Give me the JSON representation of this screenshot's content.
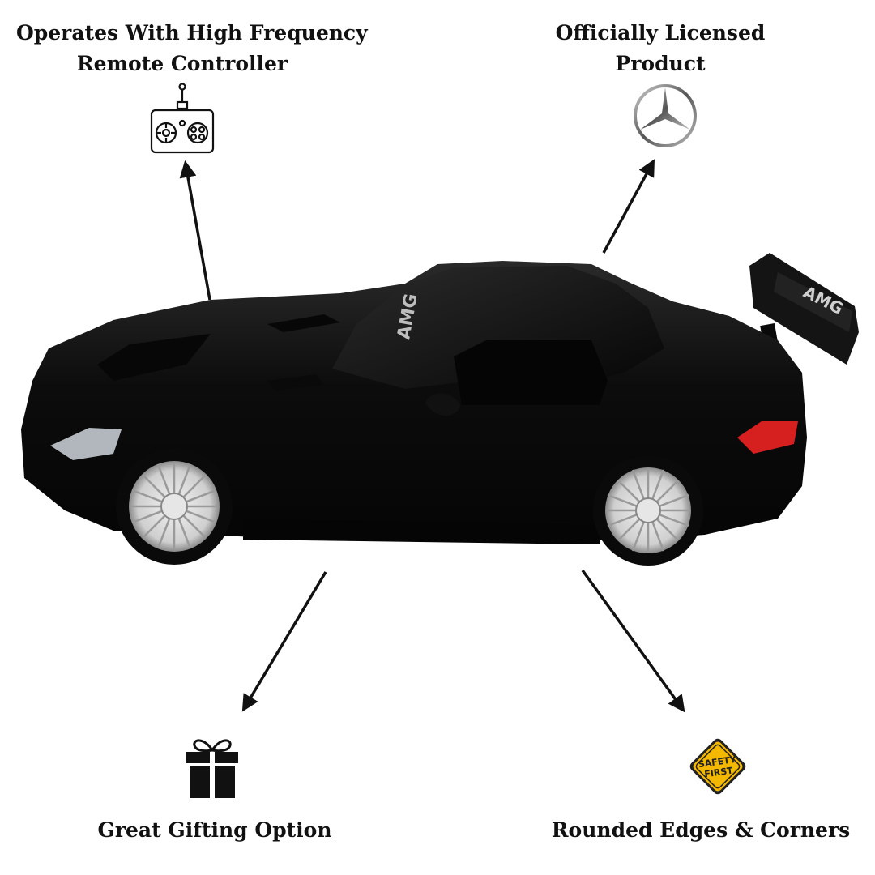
{
  "features": {
    "remote": {
      "line1": "Operates With High Frequency",
      "line2": "Remote Controller",
      "icon": "remote-controller-icon"
    },
    "licensed": {
      "line1": "Officially Licensed",
      "line2": "Product",
      "icon": "mercedes-star-icon"
    },
    "gift": {
      "label": "Great Gifting Option",
      "icon": "gift-box-icon"
    },
    "safety": {
      "label": "Rounded Edges & Corners",
      "icon": "safety-first-sign-icon"
    }
  },
  "car": {
    "badge_hood": "AMG",
    "badge_wing": "AMG",
    "colors": {
      "body": "#0c0c0c",
      "wheel": "#d9d9d9",
      "taillight": "#d62020"
    }
  },
  "safety_sign": {
    "line1": "SAFETY",
    "line2": "FIRST",
    "color": "#f5b800"
  }
}
